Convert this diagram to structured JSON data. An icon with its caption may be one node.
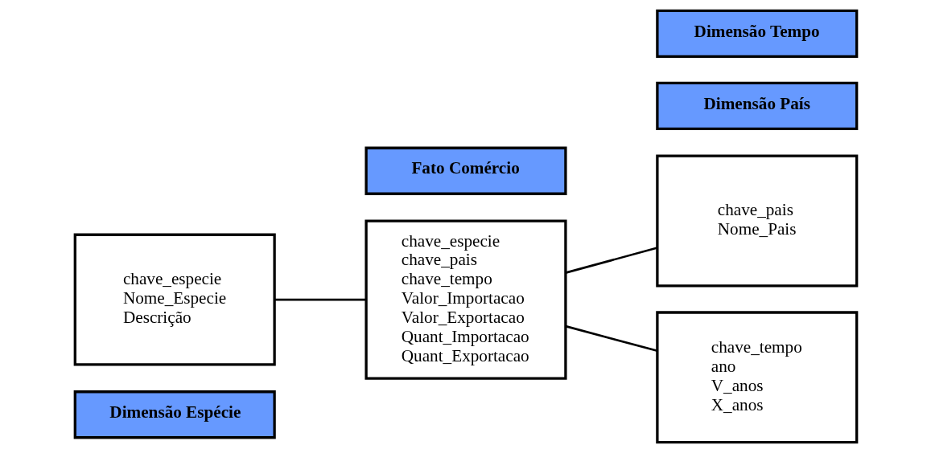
{
  "diagram": {
    "nodes": [
      {
        "text": [
          "Dimensão Espécie"
        ]
      },
      {
        "text": [
          "chave_especie",
          "Nome_Especie",
          "Descrição"
        ]
      },
      {
        "text": [
          "Fato Comércio"
        ]
      },
      {
        "text": [
          "chave_especie",
          "chave_pais",
          "chave_tempo",
          "Valor_Importacao",
          "Valor_Exportacao",
          "Quant_Importacao",
          "Quant_Exportacao"
        ]
      },
      {
        "text": [
          "Dimensão País"
        ]
      },
      {
        "text": [
          "chave_pais",
          "Nome_Pais"
        ]
      },
      {
        "text": [
          "Dimensão Tempo"
        ]
      },
      {
        "text": [
          "chave_tempo",
          "ano",
          "V_anos",
          "X_anos"
        ]
      }
    ],
    "edges": [
      {
        "from": 1,
        "to": 3,
        "arrow": "none"
      },
      {
        "from": 3,
        "to": 5,
        "arrow": "none"
      },
      {
        "from": 3,
        "to": 7,
        "arrow": "none"
      }
    ]
  }
}
